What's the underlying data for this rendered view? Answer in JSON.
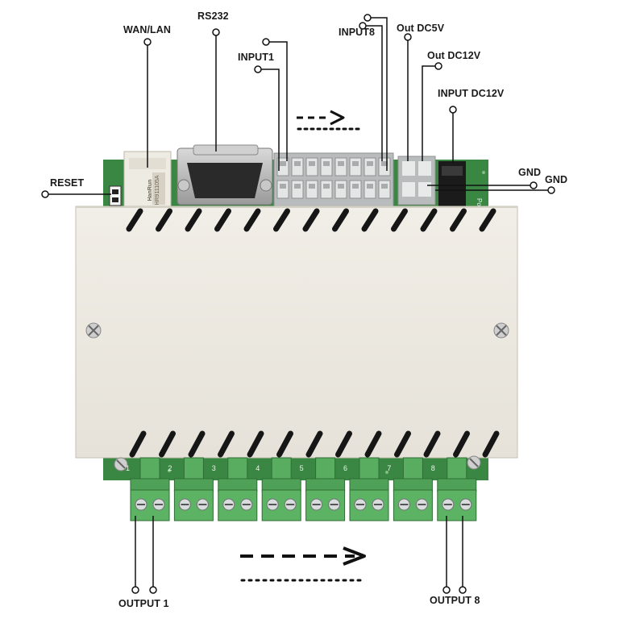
{
  "labels": {
    "wan_lan": "WAN/LAN",
    "rs232": "RS232",
    "input8": "INPUT8",
    "out_dc5v": "Out DC5V",
    "out_dc12v": "Out DC12V",
    "input1": "INPUT1",
    "input_dc12v": "INPUT DC12V",
    "reset": "RESET",
    "gnd_1": "GND",
    "gnd_2": "GND",
    "output_1": "OUTPUT 1",
    "output_8": "OUTPUT 8"
  },
  "board": {
    "terminal_numbers": [
      "1",
      "2",
      "3",
      "4",
      "5",
      "6",
      "7",
      "8"
    ],
    "chip_text": "HR911105A",
    "brand_text": "HanRun",
    "pin_text": "Pow"
  },
  "colors": {
    "enclosure": "#eeeae2",
    "pcb": "#3c8a44",
    "terminal_green": "#55ac5c",
    "terminal_gray": "#bfc1c1",
    "wire": "#111111"
  },
  "icons": [
    "arrow-right-icon"
  ]
}
